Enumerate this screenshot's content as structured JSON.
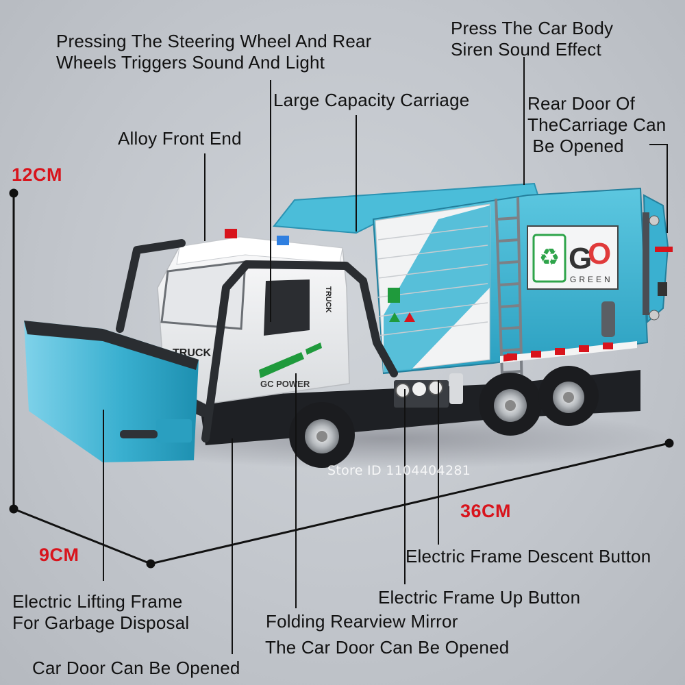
{
  "product": {
    "name": "Garbage truck toy model",
    "colors": {
      "body": "#3fb6d3",
      "cab": "#eef0f2",
      "frame": "#2a2d31",
      "accent_red": "#d8141c",
      "accent_green": "#1f9a3c"
    }
  },
  "dimensions": {
    "height": "12CM",
    "width": "9CM",
    "length": "36CM"
  },
  "features": {
    "steering_wheel": "Pressing The Steering Wheel And Rear\nWheels Triggers Sound And Light",
    "siren": "Press The Car Body\nSiren Sound Effect",
    "carriage": "Large Capacity Carriage",
    "rear_door": "Rear Door Of\nTheCarriage Can\n Be Opened",
    "front_end": "Alloy Front End",
    "descent_button": "Electric Frame Descent Button",
    "up_button": "Electric Frame Up Button",
    "lifting_frame": "Electric Lifting Frame\nFor Garbage Disposal",
    "mirror": "Folding Rearview Mirror",
    "car_door_1": "The Car Door Can Be Opened",
    "car_door_2": "Car Door Can Be Opened"
  },
  "truck_decals": {
    "go": "GO",
    "green": "GREEN",
    "truck_side": "TRUCK",
    "truck_front": "TRUCK",
    "power_logo": "GC POWER"
  },
  "watermark": "Store ID 1104404281"
}
